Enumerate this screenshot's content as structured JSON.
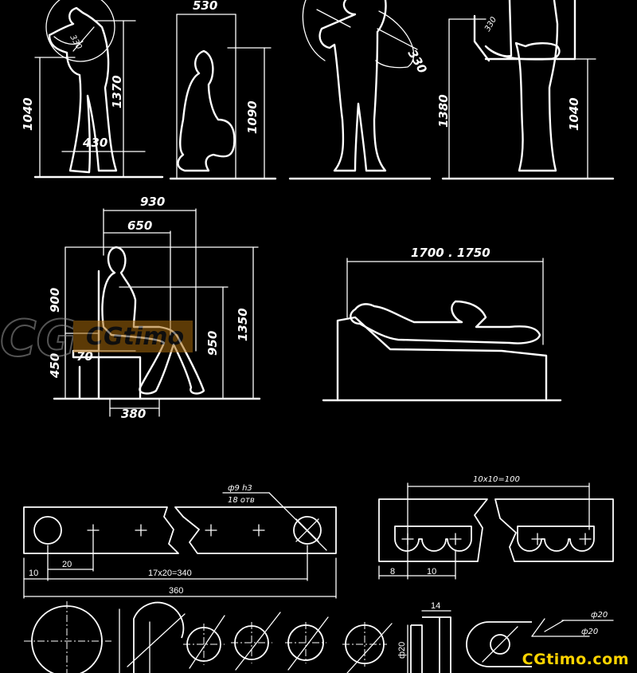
{
  "palette": {
    "background": "#000000",
    "line": "#ffffff",
    "logo": "#ffd400",
    "watermark": "#a86a0c"
  },
  "figures": {
    "standing_reach": {
      "height_1040": "1040",
      "height_1370": "1370",
      "width_430": "430",
      "arm_330": "330"
    },
    "crouching": {
      "width_530": "530",
      "height_1090": "1090"
    },
    "side_reach": {
      "radius_330": "330"
    },
    "counter": {
      "arm_330": "330",
      "height_1380": "1380",
      "height_1040": "1040"
    },
    "seated": {
      "width_930": "930",
      "width_650": "650",
      "height_900": "900",
      "height_450": "450",
      "offset_70": "70",
      "height_950": "950",
      "height_1350": "1350",
      "depth_380": "380"
    },
    "reclining": {
      "length": "1700 . 1750"
    }
  },
  "parts": {
    "bar": {
      "hole_note": "ф9 h3",
      "hole_count": "18 отв",
      "dim_20": "20",
      "dim_10": "10",
      "pitch": "17x20=340",
      "overall": "360"
    },
    "slotted": {
      "pitch": "10x10=100",
      "dim_8": "8",
      "dim_10": "10"
    },
    "rounds": {
      "dim_14": "14",
      "dim_20_vertical": "ф20",
      "dim_20_a": "ф20",
      "dim_20_b": "ф20"
    }
  },
  "watermark": "CGtimo",
  "logo": "CGtimo.com"
}
